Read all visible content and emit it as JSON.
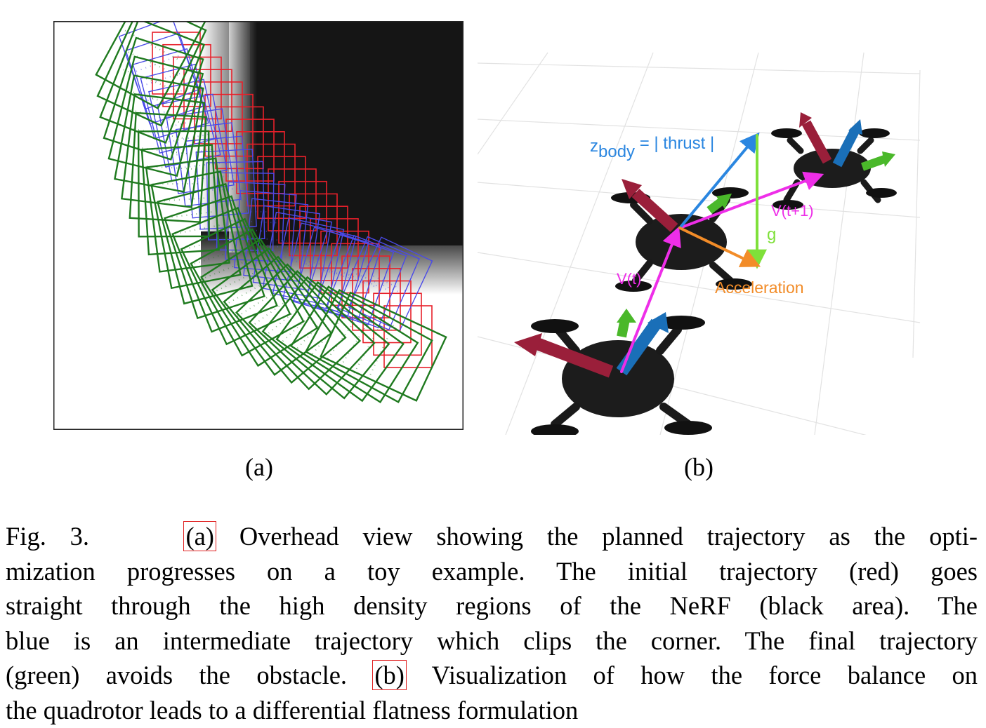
{
  "panel_b": {
    "label_zbody_main": "z",
    "label_zbody_sub": "body",
    "label_thrust": " = | thrust |",
    "label_v_t1": "V(t+1)",
    "label_g": "g",
    "label_v_t": "V(t)",
    "label_acceleration": "Acceleration",
    "colors": {
      "thrust": "#2a86e0",
      "velocity": "#ee2ee8",
      "gravity": "#7fe03a",
      "acceleration": "#f28c28",
      "body_x": "#9a1f3a",
      "body_z": "#1a6fb8",
      "body_y": "#4ab82a"
    }
  },
  "sublabels": {
    "a": "(a)",
    "b": "(b)"
  },
  "caption": {
    "fig": "Fig. 3.",
    "ref_a": "(a)",
    "line1": "Overhead view showing the planned trajectory as the opti-",
    "line2": "mization progresses on a toy example. The initial trajectory (red) goes",
    "line3": "straight through the high density regions of the NeRF (black area). The",
    "line4": "blue is an intermediate trajectory which clips the corner. The final trajectory",
    "line5_pre": "(green) avoids the obstacle.",
    "ref_b": "(b)",
    "line5_post": "Visualization of how the force balance on",
    "line6": "the quadrotor leads to a differential flatness formulation"
  },
  "colors": {
    "red_traj": "#e8202a",
    "blue_traj": "#4a4ae8",
    "green_traj": "#1f7a1f",
    "obstacle": "#151515",
    "ref_box": "#e02020"
  }
}
